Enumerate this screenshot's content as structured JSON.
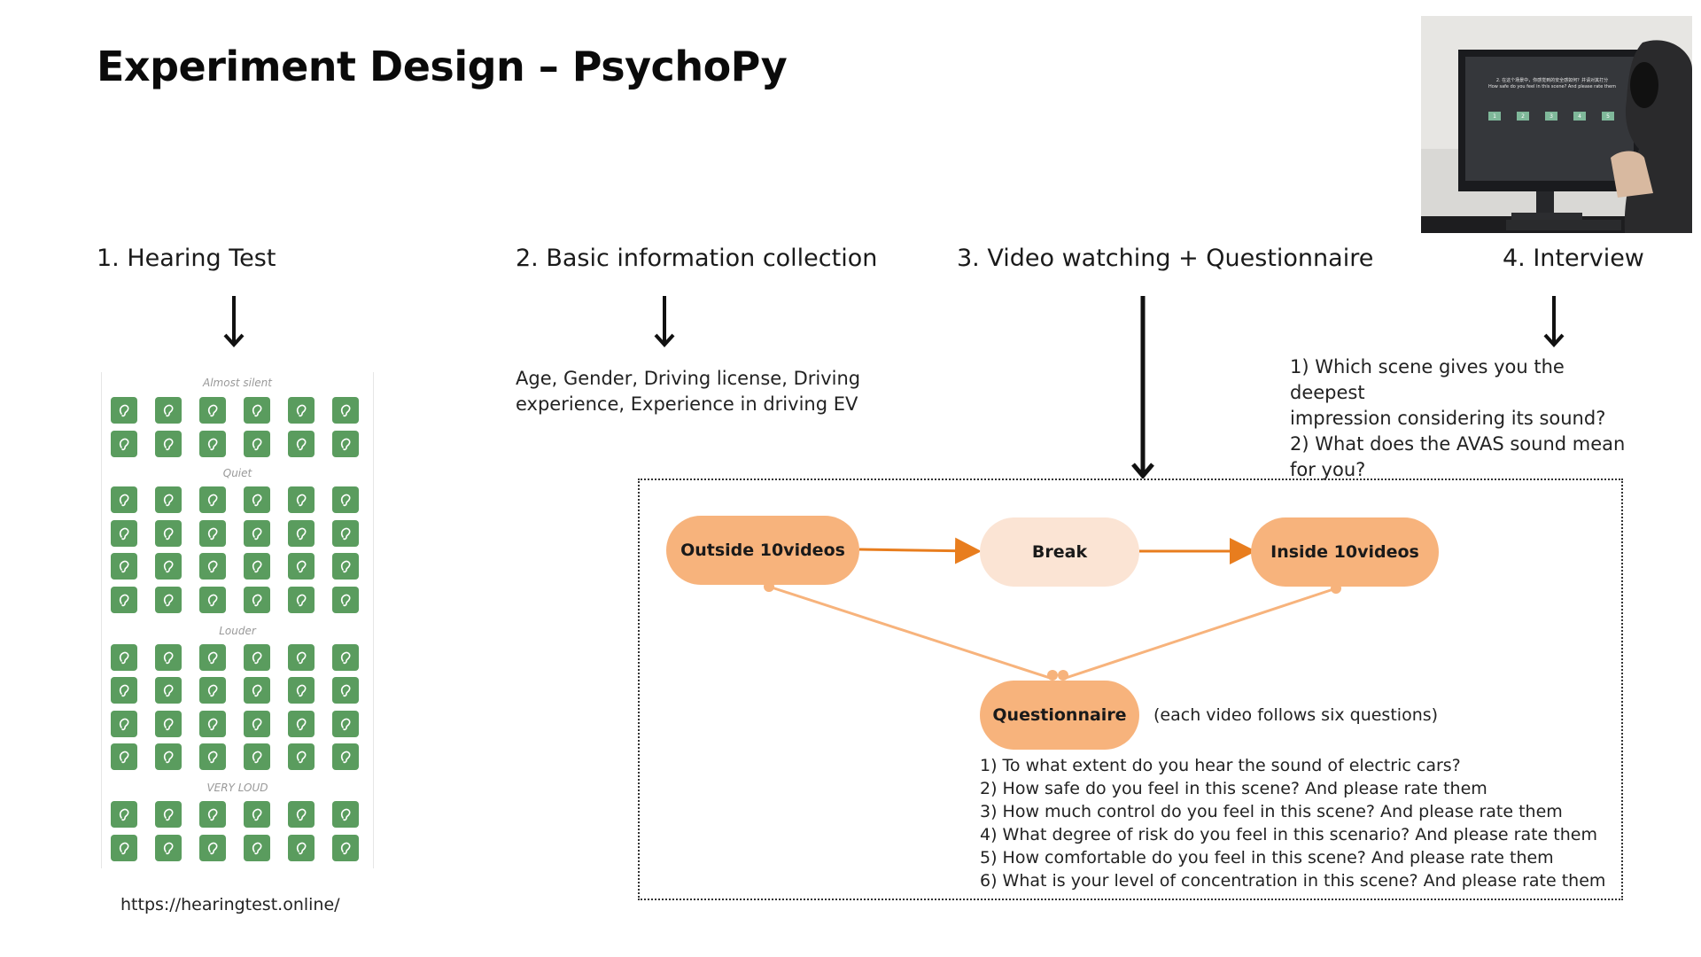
{
  "title": "Experiment Design – PsychoPy",
  "steps": {
    "s1": "1. Hearing Test",
    "s2": "2. Basic information collection",
    "s3": "3. Video watching + Questionnaire",
    "s4": "4. Interview"
  },
  "hearing_test": {
    "labels": [
      "Almost silent",
      "Quiet",
      "Louder",
      "VERY LOUD"
    ],
    "url": "https://hearingtest.online/",
    "button_color": "#5a9c5e"
  },
  "basic_info": {
    "line1": "Age, Gender, Driving license, Driving",
    "line2": "experience, Experience in driving EV"
  },
  "interview": {
    "q1a": "1) Which scene gives you the deepest",
    "q1b": "impression considering its sound?",
    "q2a": "2) What does the AVAS sound mean",
    "q2b": "for you?"
  },
  "photo": {
    "screen_line1": "2. 在这个场景中，你感觉到的安全感如何？并请对其打分",
    "screen_line2": "How safe do you feel in this scene?  And please rate them",
    "rating_buttons": [
      "1",
      "2",
      "3",
      "4",
      "5"
    ]
  },
  "flow": {
    "outside": "Outside 10videos",
    "break": "Break",
    "inside": "Inside 10videos",
    "questionnaire": "Questionnaire",
    "note": "(each video follows six questions)",
    "accent": "#f7b37c",
    "arrow_color": "#e87d1e",
    "questions": [
      "1) To what extent do you hear the sound of electric cars?",
      "2) How safe do you feel in this scene?  And please rate them",
      "3) How much control do you feel in this scene?  And please rate them",
      "4) What degree of risk do you feel in this scenario?  And please rate them",
      "5) How comfortable do you feel in this scene?  And please rate them",
      "6) What is your level of concentration in this scene?  And please rate them"
    ]
  }
}
